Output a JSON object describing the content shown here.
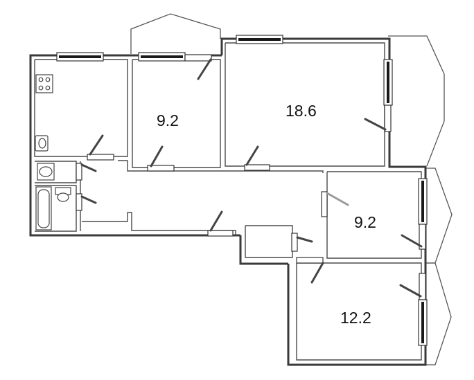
{
  "rooms": [
    {
      "id": "bedroom-north",
      "area": "9.2"
    },
    {
      "id": "living-room",
      "area": "18.6"
    },
    {
      "id": "bedroom-east",
      "area": "9.2"
    },
    {
      "id": "bedroom-south",
      "area": "12.2"
    }
  ]
}
